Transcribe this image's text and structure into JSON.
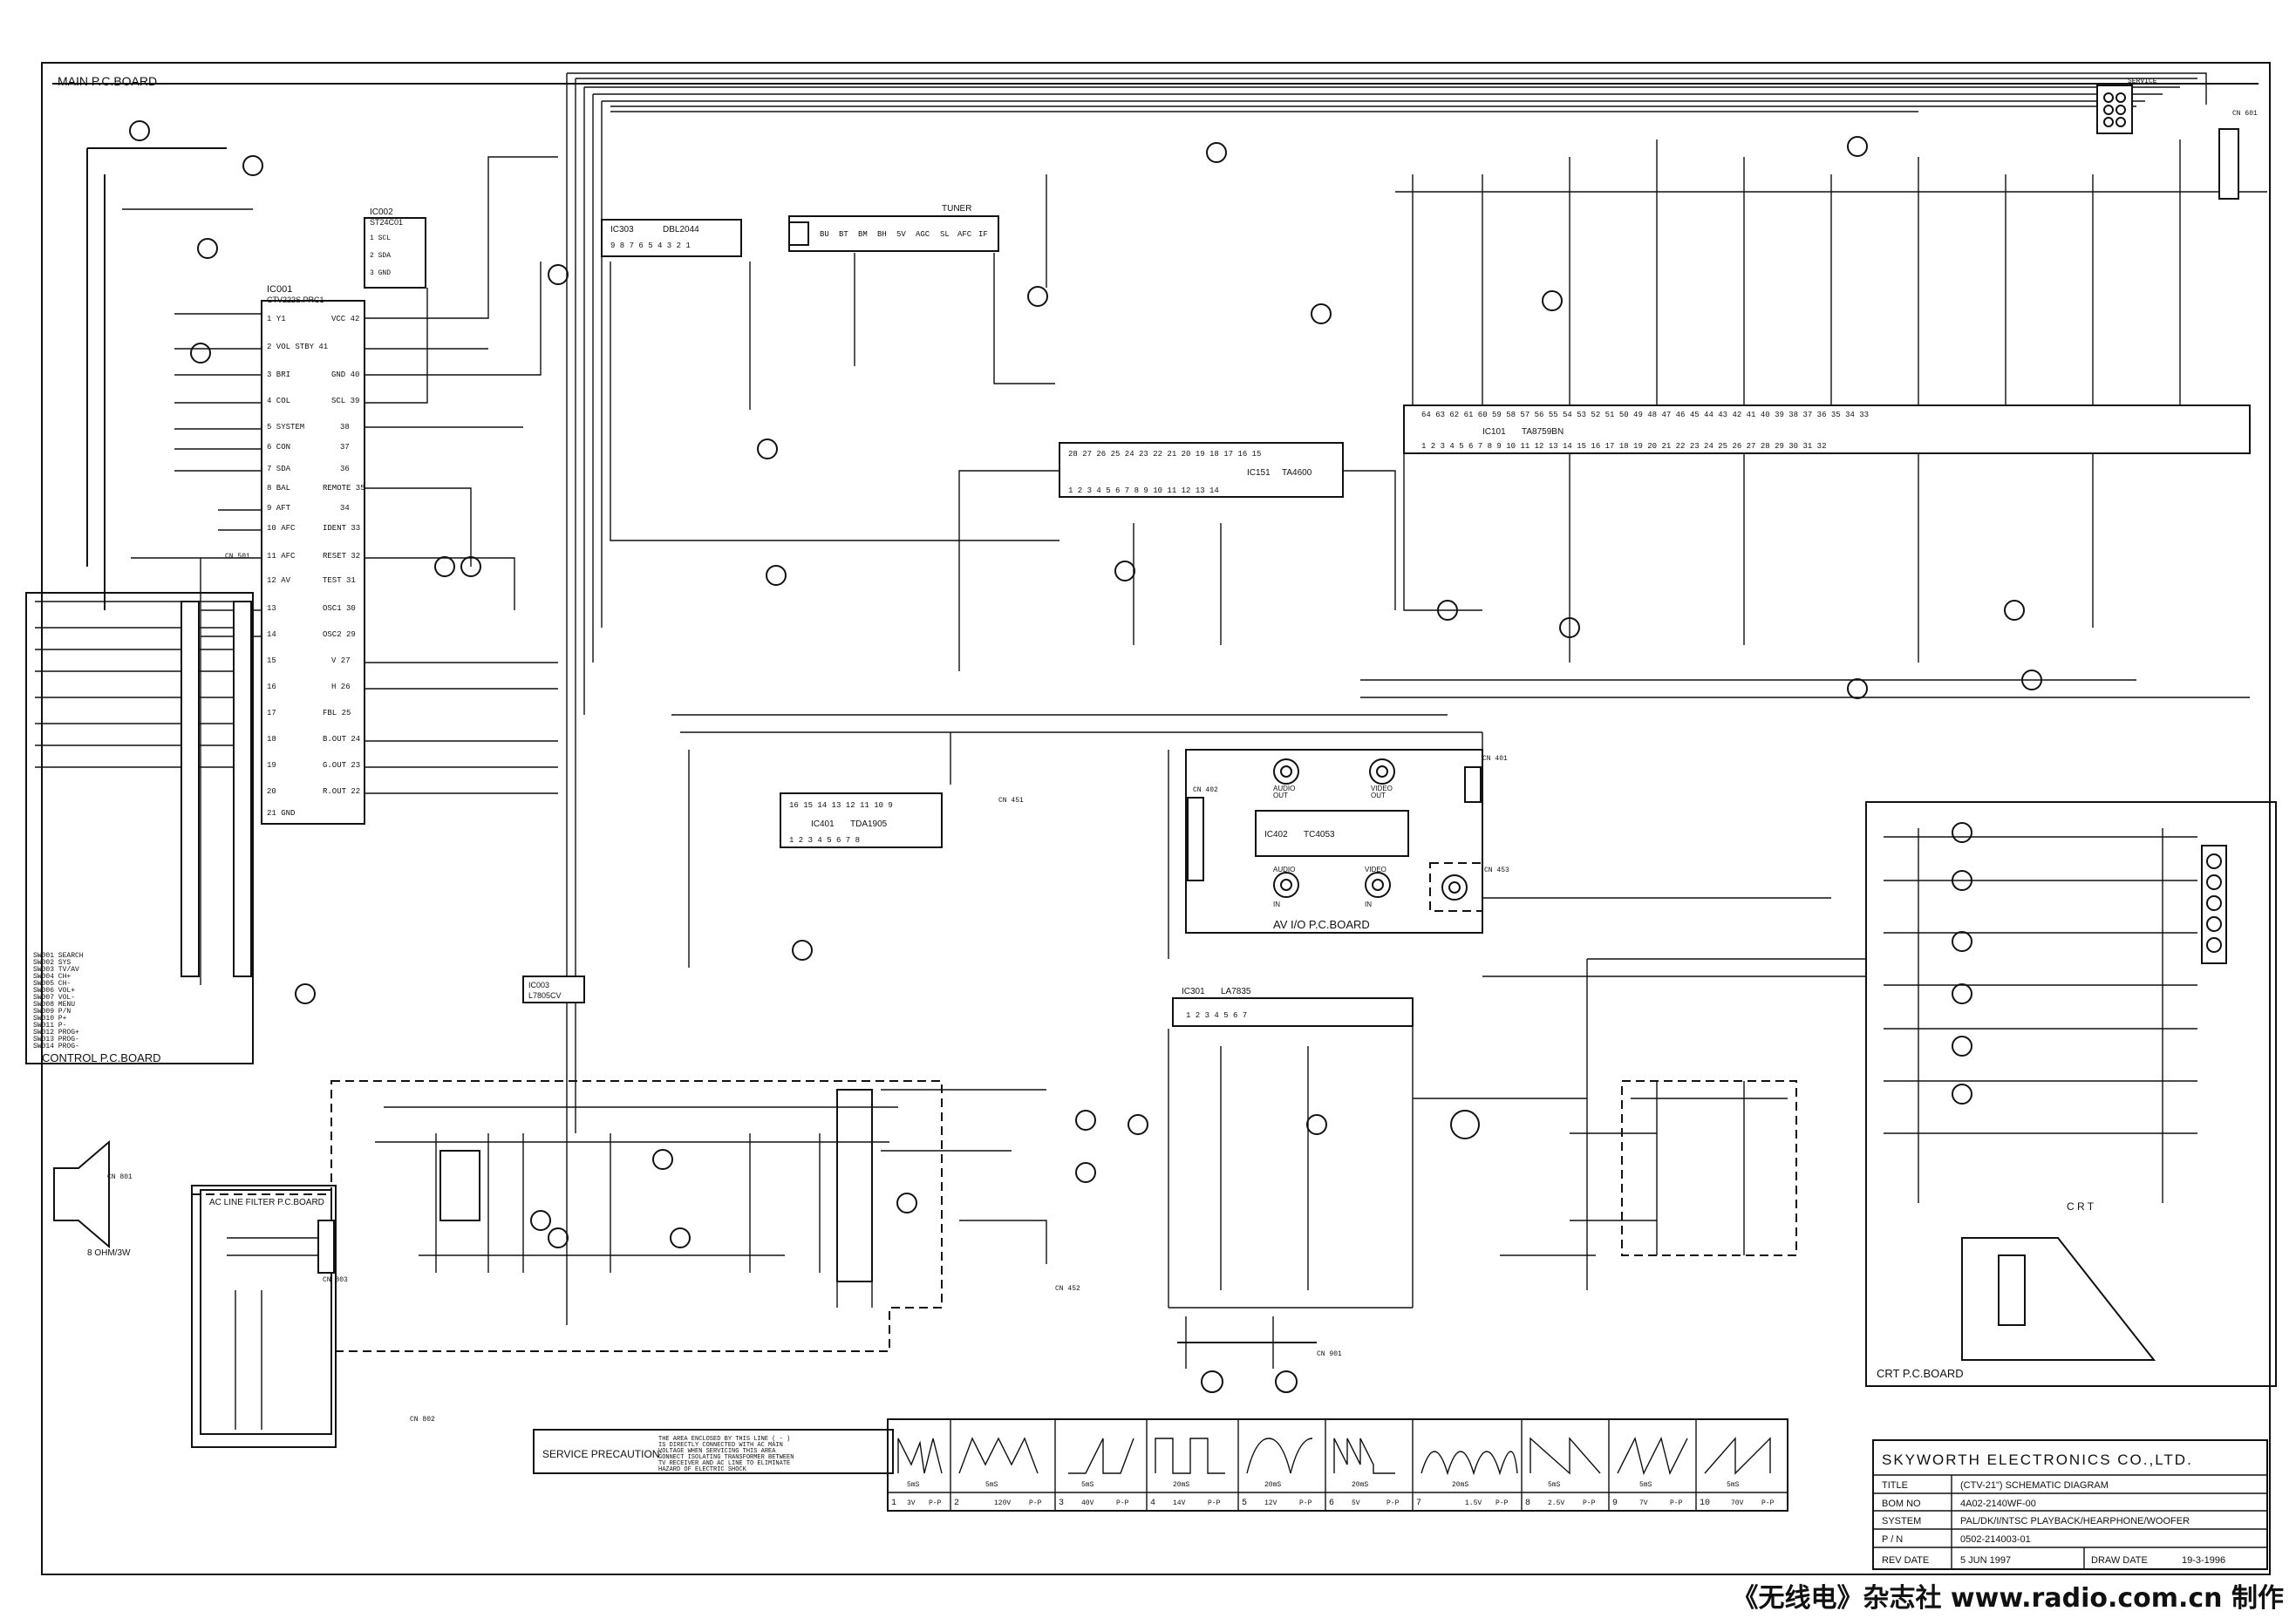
{
  "boards": {
    "main": "MAIN P.C.BOARD",
    "control": "CONTROL P.C.BOARD",
    "av_io": "AV I/O P.C.BOARD",
    "crt": "CRT P.C.BOARD",
    "ac_filter": "AC LINE FILTER P.C.BOARD",
    "crt_tube": "C R T"
  },
  "ics": [
    {
      "ref": "IC001",
      "part": "CTV222S.PRC1"
    },
    {
      "ref": "IC002",
      "part": "ST24C01"
    },
    {
      "ref": "IC101",
      "part": "TA8759BN"
    },
    {
      "ref": "IC151",
      "part": "TA4600"
    },
    {
      "ref": "IC401",
      "part": "TDA1905"
    },
    {
      "ref": "IC301",
      "part": "LA7835"
    },
    {
      "ref": "IC003",
      "part": "L7805CV"
    },
    {
      "ref": "IC402",
      "part": "TC4053"
    },
    {
      "ref": "IC303",
      "part": "DBL2044"
    }
  ],
  "tuner": {
    "label": "TUNER",
    "pins": [
      "BU",
      "BT",
      "BM",
      "BH",
      "5V",
      "AGC",
      "SL",
      "AFC",
      "IF"
    ]
  },
  "av_labels": [
    "AUDIO",
    "OUT",
    "AUDIO",
    "IN",
    "VIDEO",
    "OUT",
    "VIDEO",
    "IN"
  ],
  "connectors": [
    "CN 401",
    "CN 402",
    "CN 451",
    "CN 452",
    "CN 453",
    "CN 601",
    "CN 801",
    "CN 802",
    "CN 803",
    "CN 901",
    "CN 501",
    "SERVICE"
  ],
  "switch_list": [
    "SW001 SEARCH",
    "SW002 SYS",
    "SW003 TV/AV",
    "SW004 CH+",
    "SW005 CH-",
    "SW006 VOL+",
    "SW007 VOL-",
    "SW008 MENU",
    "SW009 P/N",
    "SW010 P+",
    "SW011 P-",
    "SW012 PROG+",
    "SW013 PROG-",
    "SW014 PROG-"
  ],
  "speaker": "8 OHM/3W",
  "service_precaution": {
    "title": "SERVICE PRECAUTION:",
    "text": [
      "THE AREA ENCLOSED BY THIS LINE ( - )",
      "IS DIRECTLY CONNECTED WITH AC MAIN",
      "VOLTAGE WHEN SERVICING THIS AREA",
      "CONNECT ISOLATING TRANSFORMER BETWEEN",
      "TV RECEIVER AND AC LINE TO ELIMINATE",
      "HAZARD OF ELECTRIC SHOCK"
    ]
  },
  "waveforms": [
    {
      "num": "1",
      "volt": "3V",
      "unit": "P-P",
      "time": "5mS"
    },
    {
      "num": "2",
      "volt": "120V",
      "unit": "P-P",
      "time": "5mS"
    },
    {
      "num": "3",
      "volt": "40V",
      "unit": "P-P",
      "time": "5mS"
    },
    {
      "num": "4",
      "volt": "14V",
      "unit": "P-P",
      "time": "20mS"
    },
    {
      "num": "5",
      "volt": "12V",
      "unit": "P-P",
      "time": "20mS"
    },
    {
      "num": "6",
      "volt": "5V",
      "unit": "P-P",
      "time": "20mS"
    },
    {
      "num": "7",
      "volt": "1.5V",
      "unit": "P-P",
      "time": "20mS"
    },
    {
      "num": "8",
      "volt": "2.5V",
      "unit": "P-P",
      "time": "5mS"
    },
    {
      "num": "9",
      "volt": "7V",
      "unit": "P-P",
      "time": "5mS"
    },
    {
      "num": "10",
      "volt": "70V",
      "unit": "P-P",
      "time": "5mS"
    }
  ],
  "title_block": {
    "company": "SKYWORTH ELECTRONICS CO.,LTD.",
    "title_key": "TITLE",
    "title_val": "(CTV-21\") SCHEMATIC DIAGRAM",
    "bom_key": "BOM NO",
    "bom_val": "4A02-2140WF-00",
    "system_key": "SYSTEM",
    "system_val": "PAL/DK/I/NTSC PLAYBACK/HEARPHONE/WOOFER",
    "pn_key": "P / N",
    "pn_val": "0502-214003-01",
    "rev_key": "REV DATE",
    "rev_val": "5 JUN 1997",
    "draw_key": "DRAW DATE",
    "draw_val": "19-3-1996"
  },
  "credit": "《无线电》杂志社 www.radio.com.cn 制作"
}
